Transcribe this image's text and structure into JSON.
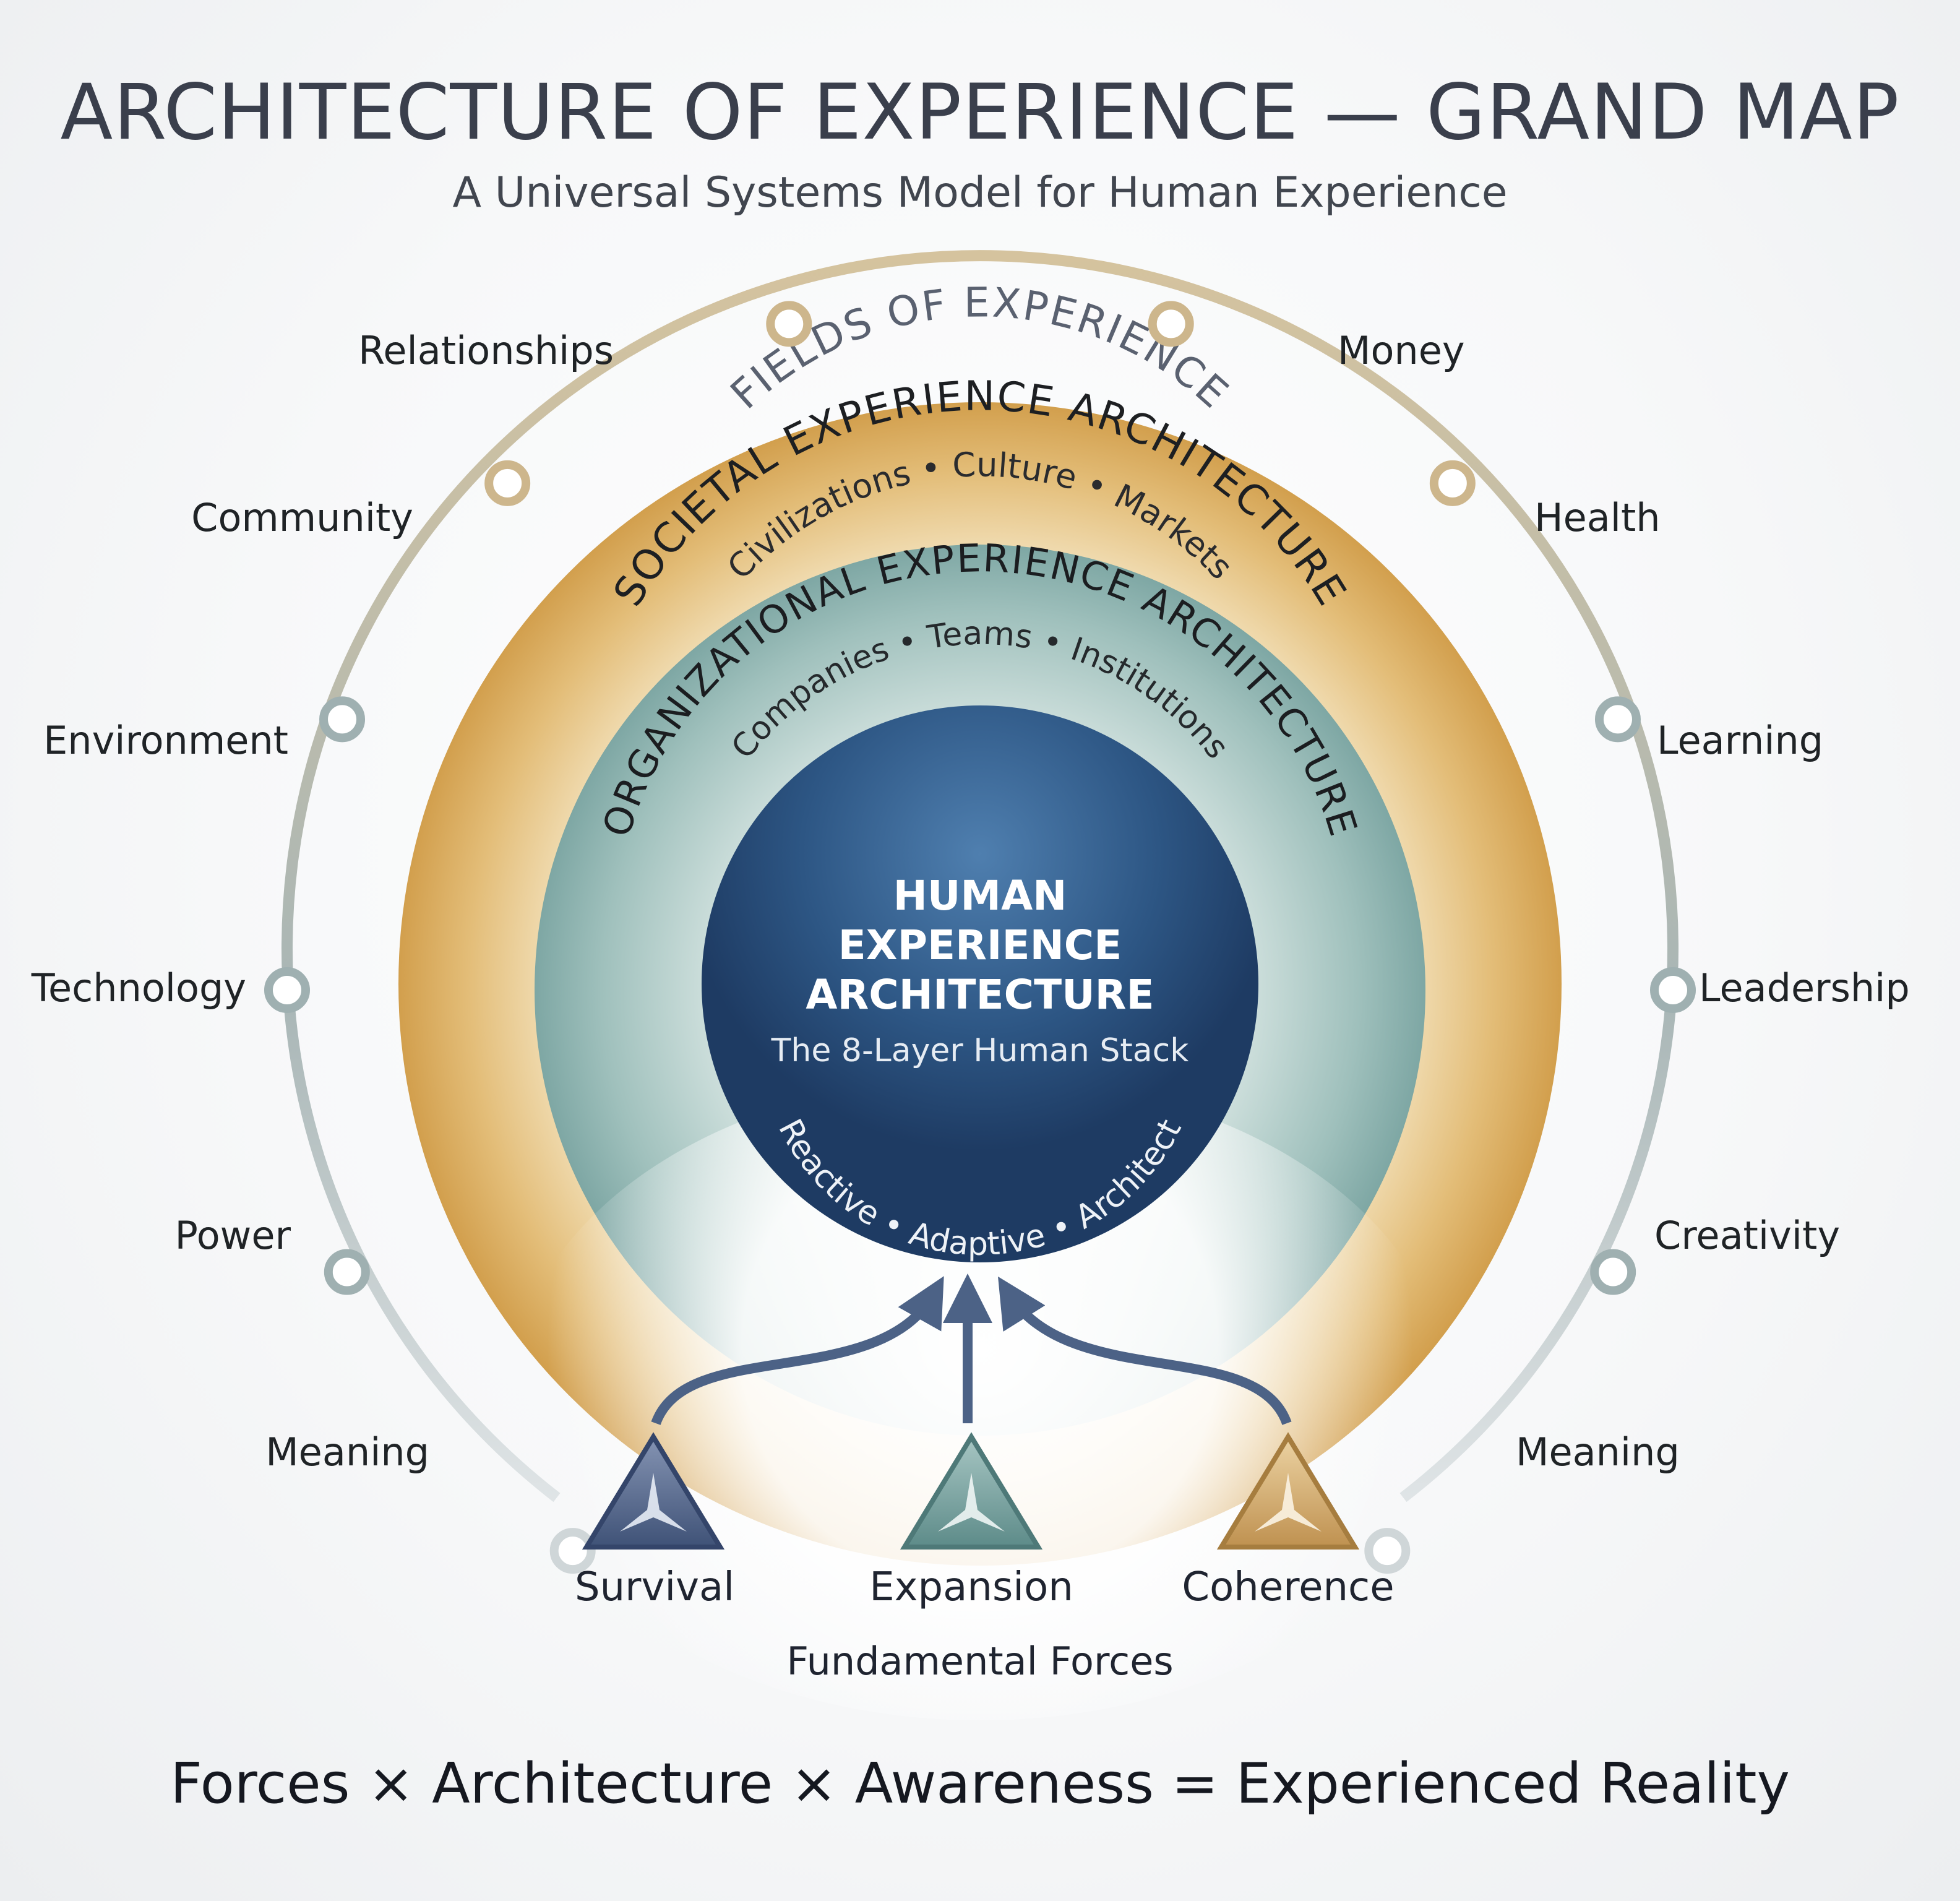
{
  "header": {
    "title": "ARCHITECTURE OF EXPERIENCE — GRAND MAP",
    "subtitle": "A Universal Systems Model for Human Experience"
  },
  "rings": {
    "fields_label": "FIELDS OF EXPERIENCE",
    "societal": {
      "title": "SOCIETAL EXPERIENCE ARCHITECTURE",
      "items": "Civilizations • Culture • Markets"
    },
    "organizational": {
      "title": "ORGANIZATIONAL EXPERIENCE ARCHITECTURE",
      "items": "Companies • Teams • Institutions"
    },
    "human": {
      "title_lines": [
        "HUMAN",
        "EXPERIENCE",
        "ARCHITECTURE"
      ],
      "subtitle": "The 8-Layer Human Stack",
      "stages": "Reactive • Adaptive • Architect"
    }
  },
  "fields_left": [
    "Relationships",
    "Community",
    "Environment",
    "Technology",
    "Power",
    "Meaning"
  ],
  "fields_right": [
    "Money",
    "Health",
    "Learning",
    "Leadership",
    "Creativity",
    "Meaning"
  ],
  "forces": {
    "items": [
      {
        "label": "Survival",
        "color": "#5b6f93"
      },
      {
        "label": "Expansion",
        "color": "#6f9c9b"
      },
      {
        "label": "Coherence",
        "color": "#c9a05e"
      }
    ],
    "caption": "Fundamental Forces"
  },
  "equation": "Forces × Architecture × Awareness = Experienced Reality",
  "colors": {
    "societal": "#d9ab5c",
    "organizational": "#88b0ad",
    "human": "#2a4f7d",
    "node_ring": "#c9b795"
  }
}
